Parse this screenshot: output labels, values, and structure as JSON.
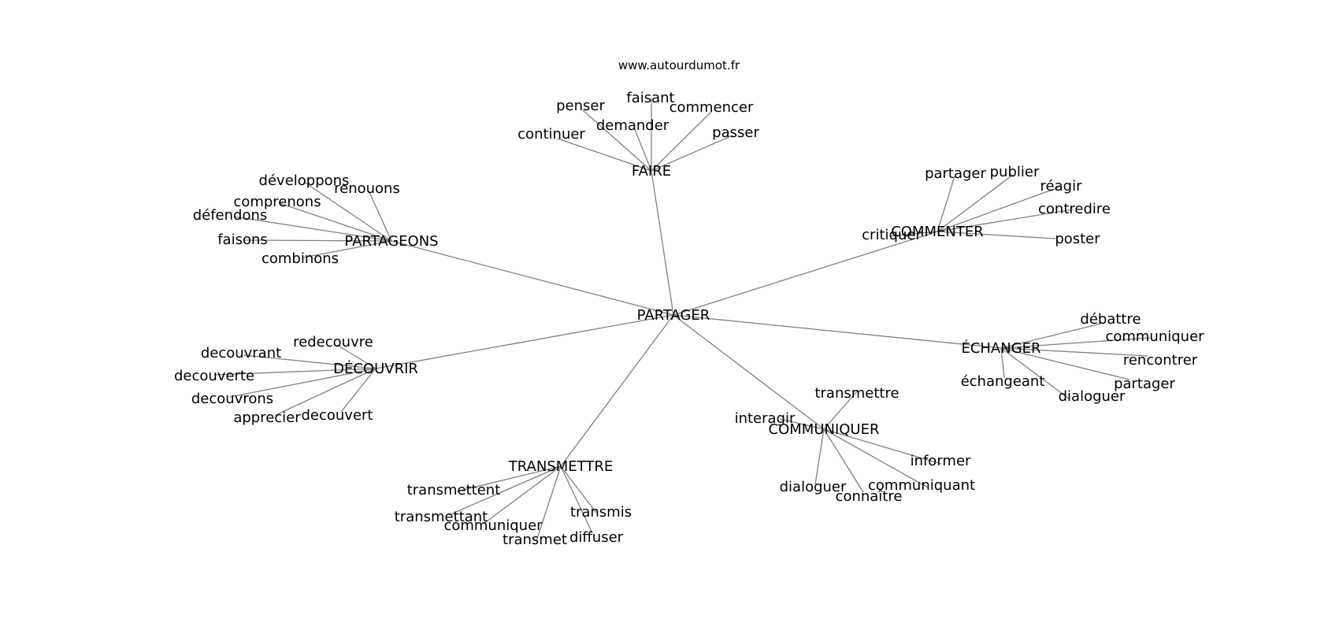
{
  "watermark": "www.autourdumot.fr",
  "colors": {
    "edge": "#808080",
    "text": "#000000",
    "background": "#ffffff"
  },
  "graph": {
    "root": "PARTAGER",
    "groups": [
      {
        "hub": "FAIRE",
        "leaves": [
          "penser",
          "faisant",
          "commencer",
          "demander",
          "continuer",
          "passer"
        ]
      },
      {
        "hub": "PARTAGEONS",
        "leaves": [
          "développons",
          "renouons",
          "comprenons",
          "défendons",
          "faisons",
          "combinons"
        ]
      },
      {
        "hub": "COMMENTER",
        "leaves": [
          "partager",
          "publier",
          "réagir",
          "contredire",
          "critiquer",
          "poster"
        ]
      },
      {
        "hub": "ÉCHANGER",
        "leaves": [
          "débattre",
          "communiquer",
          "rencontrer",
          "partager",
          "dialoguer",
          "échangeant"
        ]
      },
      {
        "hub": "DÉCOUVRIR",
        "leaves": [
          "redecouvre",
          "decouvrant",
          "decouverte",
          "decouvrons",
          "apprecier",
          "decouvert"
        ]
      },
      {
        "hub": "COMMUNIQUER",
        "leaves": [
          "transmettre",
          "interagir",
          "informer",
          "dialoguer",
          "communiquant",
          "connaître"
        ]
      },
      {
        "hub": "TRANSMETTRE",
        "leaves": [
          "transmettent",
          "transmettant",
          "communiquer",
          "transmet",
          "diffuser",
          "transmis"
        ]
      }
    ]
  }
}
